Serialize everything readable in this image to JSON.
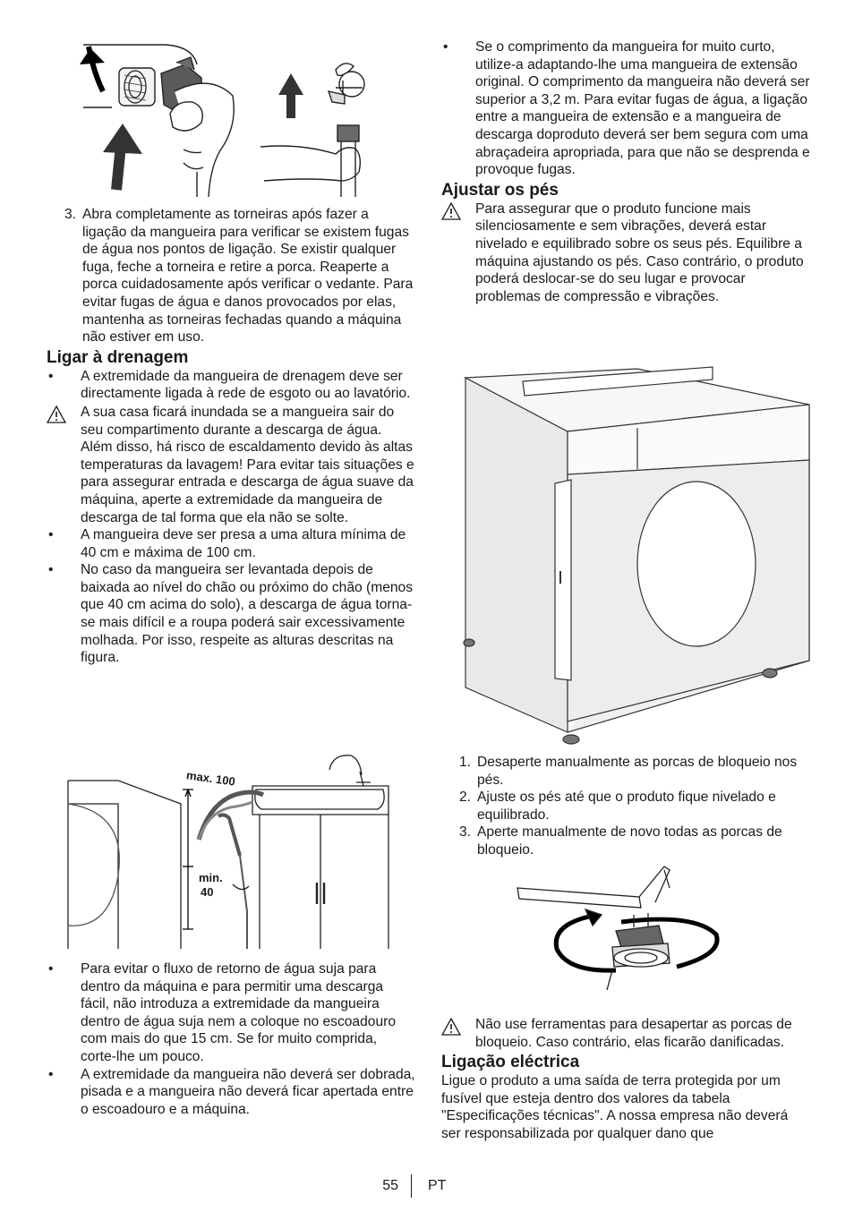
{
  "left": {
    "step3": {
      "number": "3.",
      "text": "Abra completamente as torneiras após fazer a ligação da mangueira para verificar se existem fugas de água nos pontos de ligação.  Se existir qualquer fuga, feche a torneira e retire a porca. Reaperte a porca cuidadosamente após verificar o vedante.  Para evitar fugas de água e danos provocados por elas, mantenha as torneiras fechadas quando a máquina não estiver em uso."
    },
    "drain_heading": "Ligar à drenagem",
    "drain_bullet1": "A extremidade da mangueira de drenagem deve ser directamente ligada à  rede de esgoto ou ao lavatório.",
    "drain_warning": "A sua casa ficará inundada se a mangueira sair do seu compartimento durante a descarga de água. Além disso, há risco de escaldamento devido às altas temperaturas da lavagem! Para evitar tais situações e para assegurar entrada e descarga de água suave da máquina, aperte a extremidade da mangueira de descarga de tal forma que ela não se solte.",
    "drain_bullet2": "A mangueira deve ser presa a uma altura mínima de 40 cm e máxima de 100  cm.",
    "drain_bullet3": "No caso da mangueira ser levantada depois de baixada ao nível do chão ou  próximo do chão (menos que 40 cm acima do solo), a descarga de água  torna-se mais difícil e a roupa poderá sair excessivamente molhada. Por isso, respeite as alturas descritas na figura.",
    "figure_labels": {
      "max": "max. 100",
      "min_line1": "min.",
      "min_line2": "40"
    },
    "drain_bullet4": "Para evitar o fluxo de retorno de água suja para dentro da máquina e para permitir uma descarga fácil, não introduza a extremidade da mangueira dentro de água suja nem a coloque no escoadouro com mais do que 15 cm. Se for muito comprida, corte-lhe um pouco.",
    "drain_bullet5": "A extremidade da mangueira não deverá ser dobrada, pisada e a mangueira não deverá ficar apertada entre o escoadouro e a máquina."
  },
  "right": {
    "bullet_extension": "Se o comprimento da mangueira for muito curto, utilize-a adaptando-lhe uma mangueira de extensão original. O comprimento da mangueira não deverá ser superior a 3,2 m. Para evitar fugas de água, a ligação entre a mangueira de extensão e a mangueira de descarga doproduto deverá ser bem segura com uma abraçadeira apropriada, para que não se desprenda e provoque fugas.",
    "feet_heading": "Ajustar os pés",
    "feet_warning": "Para assegurar que o produto funcione mais silenciosamente e sem vibrações, deverá estar nivelado e equilibrado sobre os seus pés.  Equilibre a máquina ajustando os pés. Caso contrário, o produto poderá deslocar-se do seu lugar e provocar problemas de compressão e vibrações.",
    "steps": [
      {
        "number": "1.",
        "text": "Desaperte manualmente as porcas de bloqueio nos pés."
      },
      {
        "number": "2.",
        "text": "Ajuste os pés até que o produto fique nivelado e equilibrado."
      },
      {
        "number": "3.",
        "text": "Aperte manualmente de novo todas as porcas de bloqueio."
      }
    ],
    "tools_warning": "Não use ferramentas para desapertar as porcas de bloqueio. Caso contrário, elas ficarão danificadas.",
    "electric_heading": "Ligação eléctrica",
    "electric_text": "Ligue o produto a uma saída de terra protegida por um fusível que esteja dentro dos valores da tabela \"Especificações técnicas\".  A nossa empresa não deverá ser responsabilizada por qualquer dano que"
  },
  "footer": {
    "page_number": "55",
    "language": "PT"
  },
  "icons": [
    "warning-triangle-icon",
    "hose-connection-illustration",
    "tap-illustration",
    "drain-height-illustration",
    "washing-machine-illustration",
    "adjustable-foot-illustration"
  ]
}
